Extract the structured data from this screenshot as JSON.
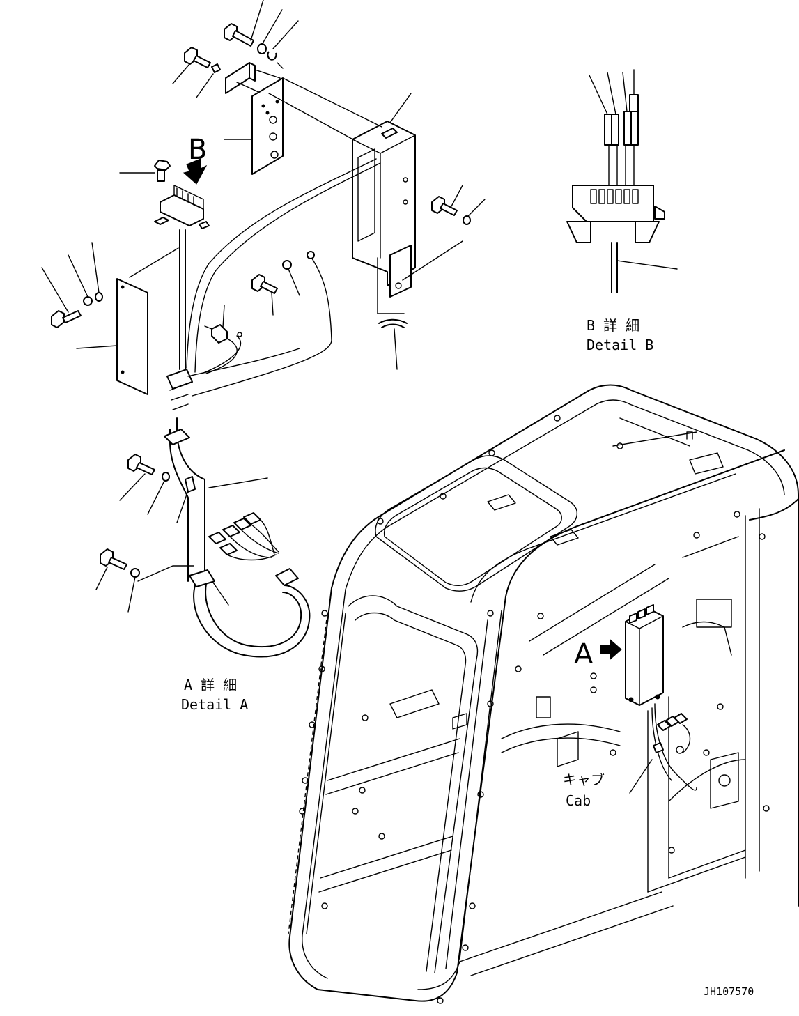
{
  "labels": {
    "view_b": "B",
    "view_a": "A",
    "detail_b_jp": "B 詳 細",
    "detail_b_en": "Detail B",
    "detail_a_jp": "A 詳 細",
    "detail_a_en": "Detail A",
    "cab_jp": "キャブ",
    "cab_en": "Cab",
    "drawing_number": "JH107570"
  }
}
